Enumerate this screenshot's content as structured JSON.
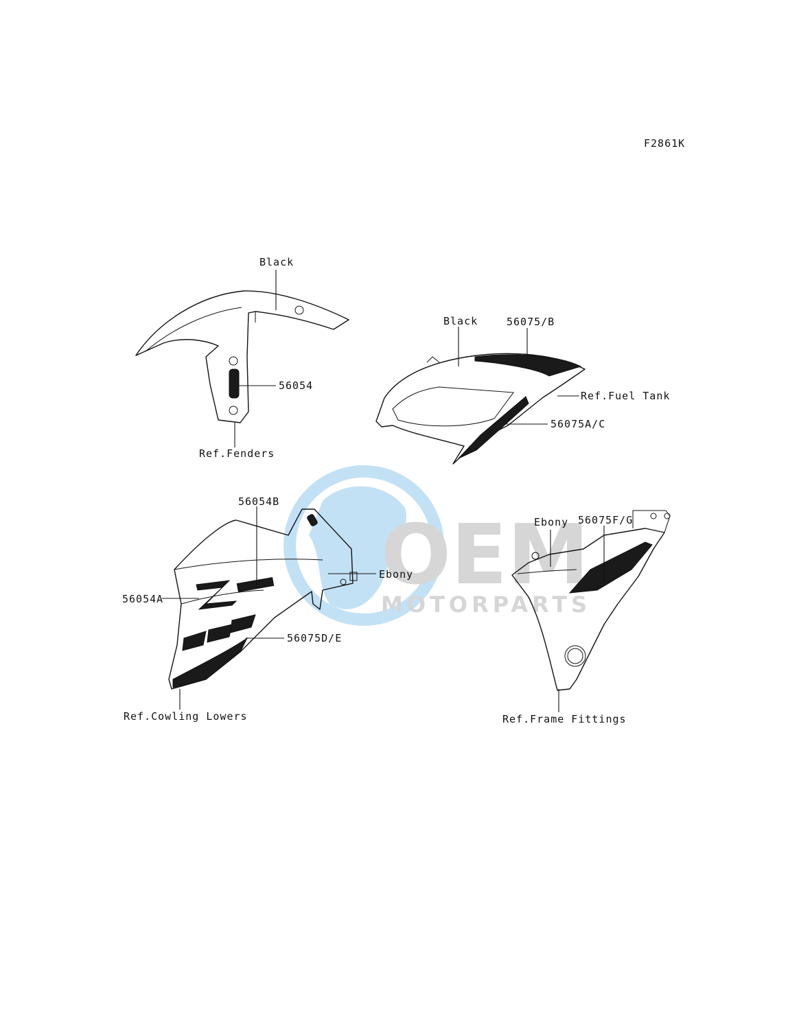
{
  "figure_code": "F2861K",
  "watermark": {
    "brand": "OEM",
    "tagline": "MOTORPARTS",
    "colors": {
      "blue": "#b9dcf4",
      "grey": "#cfcfcf"
    }
  },
  "labels": {
    "fender_black": "Black",
    "fender_part": "56054",
    "fender_ref": "Ref.Fenders",
    "tank_black": "Black",
    "tank_part_b": "56075/B",
    "tank_ref": "Ref.Fuel Tank",
    "tank_part_ac": "56075A/C",
    "shroud_part_b": "56054B",
    "shroud_ebony": "Ebony",
    "shroud_part_a": "56054A",
    "shroud_part_de": "56075D/E",
    "shroud_ref": "Ref.Cowling Lowers",
    "side_part_fg": "56075F/G",
    "side_ebony": "Ebony",
    "side_ref": "Ref.Frame Fittings"
  }
}
